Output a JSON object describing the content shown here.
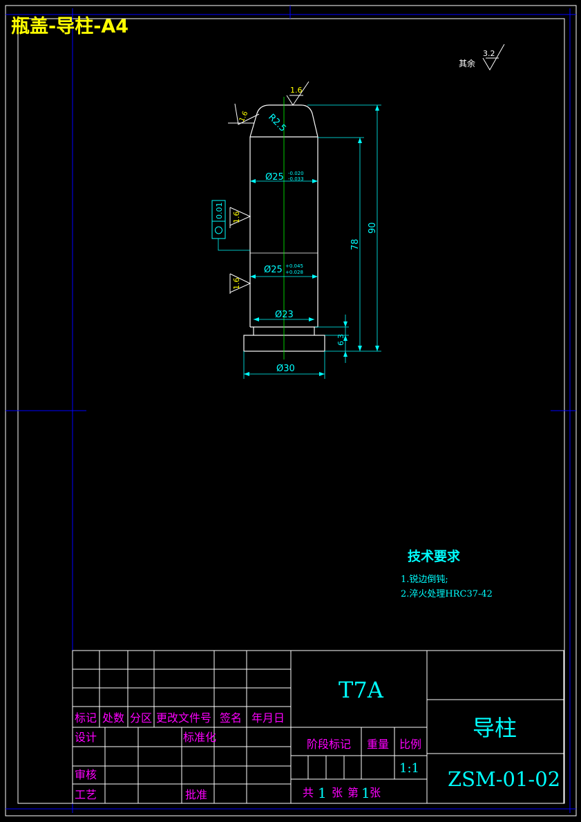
{
  "header": {
    "title": "瓶盖-导柱-A4"
  },
  "colors": {
    "white": "#ffffff",
    "cyan": "#00ffff",
    "yellow": "#ffff00",
    "blue": "#0000ff",
    "green": "#00ff00",
    "magenta": "#ff00ff"
  },
  "surface_finish": {
    "general_label": "其余",
    "general_value": "3.2",
    "top_value": "1.6",
    "left_top_value": "1.6",
    "left_mid_value": "1.6",
    "left_bottom_value": "1.6"
  },
  "dimensions": {
    "radius": "R2.5",
    "dia_upper": "Ø25",
    "dia_upper_tol_upper": "-0.020",
    "dia_upper_tol_lower": "-0.033",
    "dia_lower": "Ø25",
    "dia_lower_tol_upper": "+0.045",
    "dia_lower_tol_lower": "+0.028",
    "dia_neck": "Ø23",
    "dia_base": "Ø30",
    "len_78": "78",
    "len_90": "90",
    "len_6": "6",
    "len_3": "3"
  },
  "tolerance_frame": {
    "symbol": "○",
    "value": "0.01"
  },
  "tech_requirements": {
    "title": "技术要求",
    "items": [
      "1.锐边倒钝;",
      "2.淬火处理HRC37-42"
    ]
  },
  "title_block": {
    "material": "T7A",
    "part_name": "导柱",
    "drawing_no": "ZSM-01-02",
    "row_headers": [
      "标记",
      "处数",
      "分区",
      "更改文件号",
      "签名",
      "年月日"
    ],
    "design": "设计",
    "standardize": "标准化",
    "review": "审核",
    "process": "工艺",
    "approve": "批准",
    "stage_mark": "阶段标记",
    "weight": "重量",
    "scale_label": "比例",
    "scale_value": "1:1",
    "sheets_total_prefix": "共",
    "sheets_total": "1",
    "sheets_unit": "张",
    "sheet_no_prefix": "第",
    "sheet_no": "1",
    "sheet_no_unit": "张"
  }
}
